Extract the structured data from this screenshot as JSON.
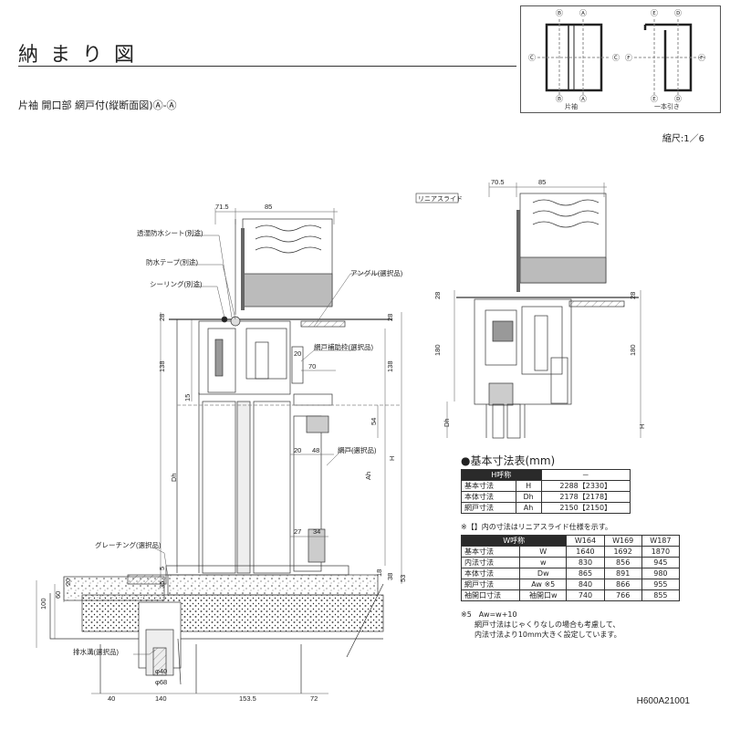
{
  "header": {
    "title": "納 ま り 図",
    "subtitle": "片袖 開口部 網戸付(縦断面図)Ⓐ-Ⓐ",
    "scale": "縮尺:1／6",
    "drawing_code": "H600A21001"
  },
  "key_plan": {
    "left": {
      "top_marks": [
        "Ⓑ",
        "Ⓐ"
      ],
      "side_marks": [
        "Ⓒ",
        "Ⓒ"
      ],
      "bottom_marks": [
        "Ⓑ",
        "Ⓐ"
      ],
      "caption": "片袖"
    },
    "right": {
      "top_marks": [
        "Ⓔ",
        "Ⓓ"
      ],
      "side_marks": [
        "Ⓕ",
        "Ⓕ"
      ],
      "bottom_marks": [
        "Ⓔ",
        "Ⓓ"
      ],
      "caption": "一本引き"
    }
  },
  "main_section": {
    "labels": {
      "sheet": "透湿防水シート(別途)",
      "tape": "防水テープ(別途)",
      "sealing": "シーリング(別途)",
      "angle": "アングル(選択品)",
      "screen_frame": "網戸補助枠(選択品)",
      "screen": "網戸(選択品)",
      "grating": "グレーチング(選択品)",
      "drain": "排水溝(選択品)"
    },
    "dims": {
      "top_a": "71.5",
      "top_b": "85",
      "h28": "28",
      "h138": "138",
      "h15": "15",
      "h20": "20",
      "w70": "70",
      "h54": "54",
      "w20": "20",
      "w48": "48",
      "w27": "27",
      "w34": "34",
      "dh": "Dh",
      "ah": "Ah",
      "h": "H",
      "h18": "18",
      "h38": "38",
      "h53": "53",
      "h5": "5",
      "h35": "35",
      "h20b": "20",
      "h60": "60",
      "h100": "100",
      "d40": "φ40",
      "d68": "φ68",
      "b40": "40",
      "b140": "140",
      "b153": "153.5",
      "b72": "72",
      "r28": "28",
      "r138": "138"
    }
  },
  "linear_section": {
    "title": "リニアスライド",
    "dims": {
      "top_a": "70.5",
      "top_b": "85",
      "h28": "28",
      "h180": "180",
      "dh": "Dh",
      "h": "H",
      "r28": "28",
      "r180": "180",
      "rh": "H"
    }
  },
  "table1": {
    "title": "●基本寸法表(mm)",
    "header": [
      "H呼称",
      "－"
    ],
    "rows": [
      [
        "基本寸法",
        "H",
        "2288【2330】"
      ],
      [
        "本体寸法",
        "Dh",
        "2178【2178】"
      ],
      [
        "網戸寸法",
        "Ah",
        "2150【2150】"
      ]
    ],
    "note": "※【】内の寸法はリニアスライド仕様を示す。"
  },
  "table2": {
    "header": [
      "W呼称",
      "W164",
      "W169",
      "W187"
    ],
    "rows": [
      [
        "基本寸法",
        "W",
        "1640",
        "1692",
        "1870"
      ],
      [
        "内法寸法",
        "w",
        "830",
        "856",
        "945"
      ],
      [
        "本体寸法",
        "Dw",
        "865",
        "891",
        "980"
      ],
      [
        "網戸寸法",
        "Aw ※5",
        "840",
        "866",
        "955"
      ],
      [
        "袖開口寸法",
        "袖開口w",
        "740",
        "766",
        "855"
      ]
    ],
    "notes": [
      "※5　Aw=w+10",
      "網戸寸法はじゃくりなしの場合も考慮して、",
      "内法寸法より10mm大きく設定しています。"
    ]
  }
}
